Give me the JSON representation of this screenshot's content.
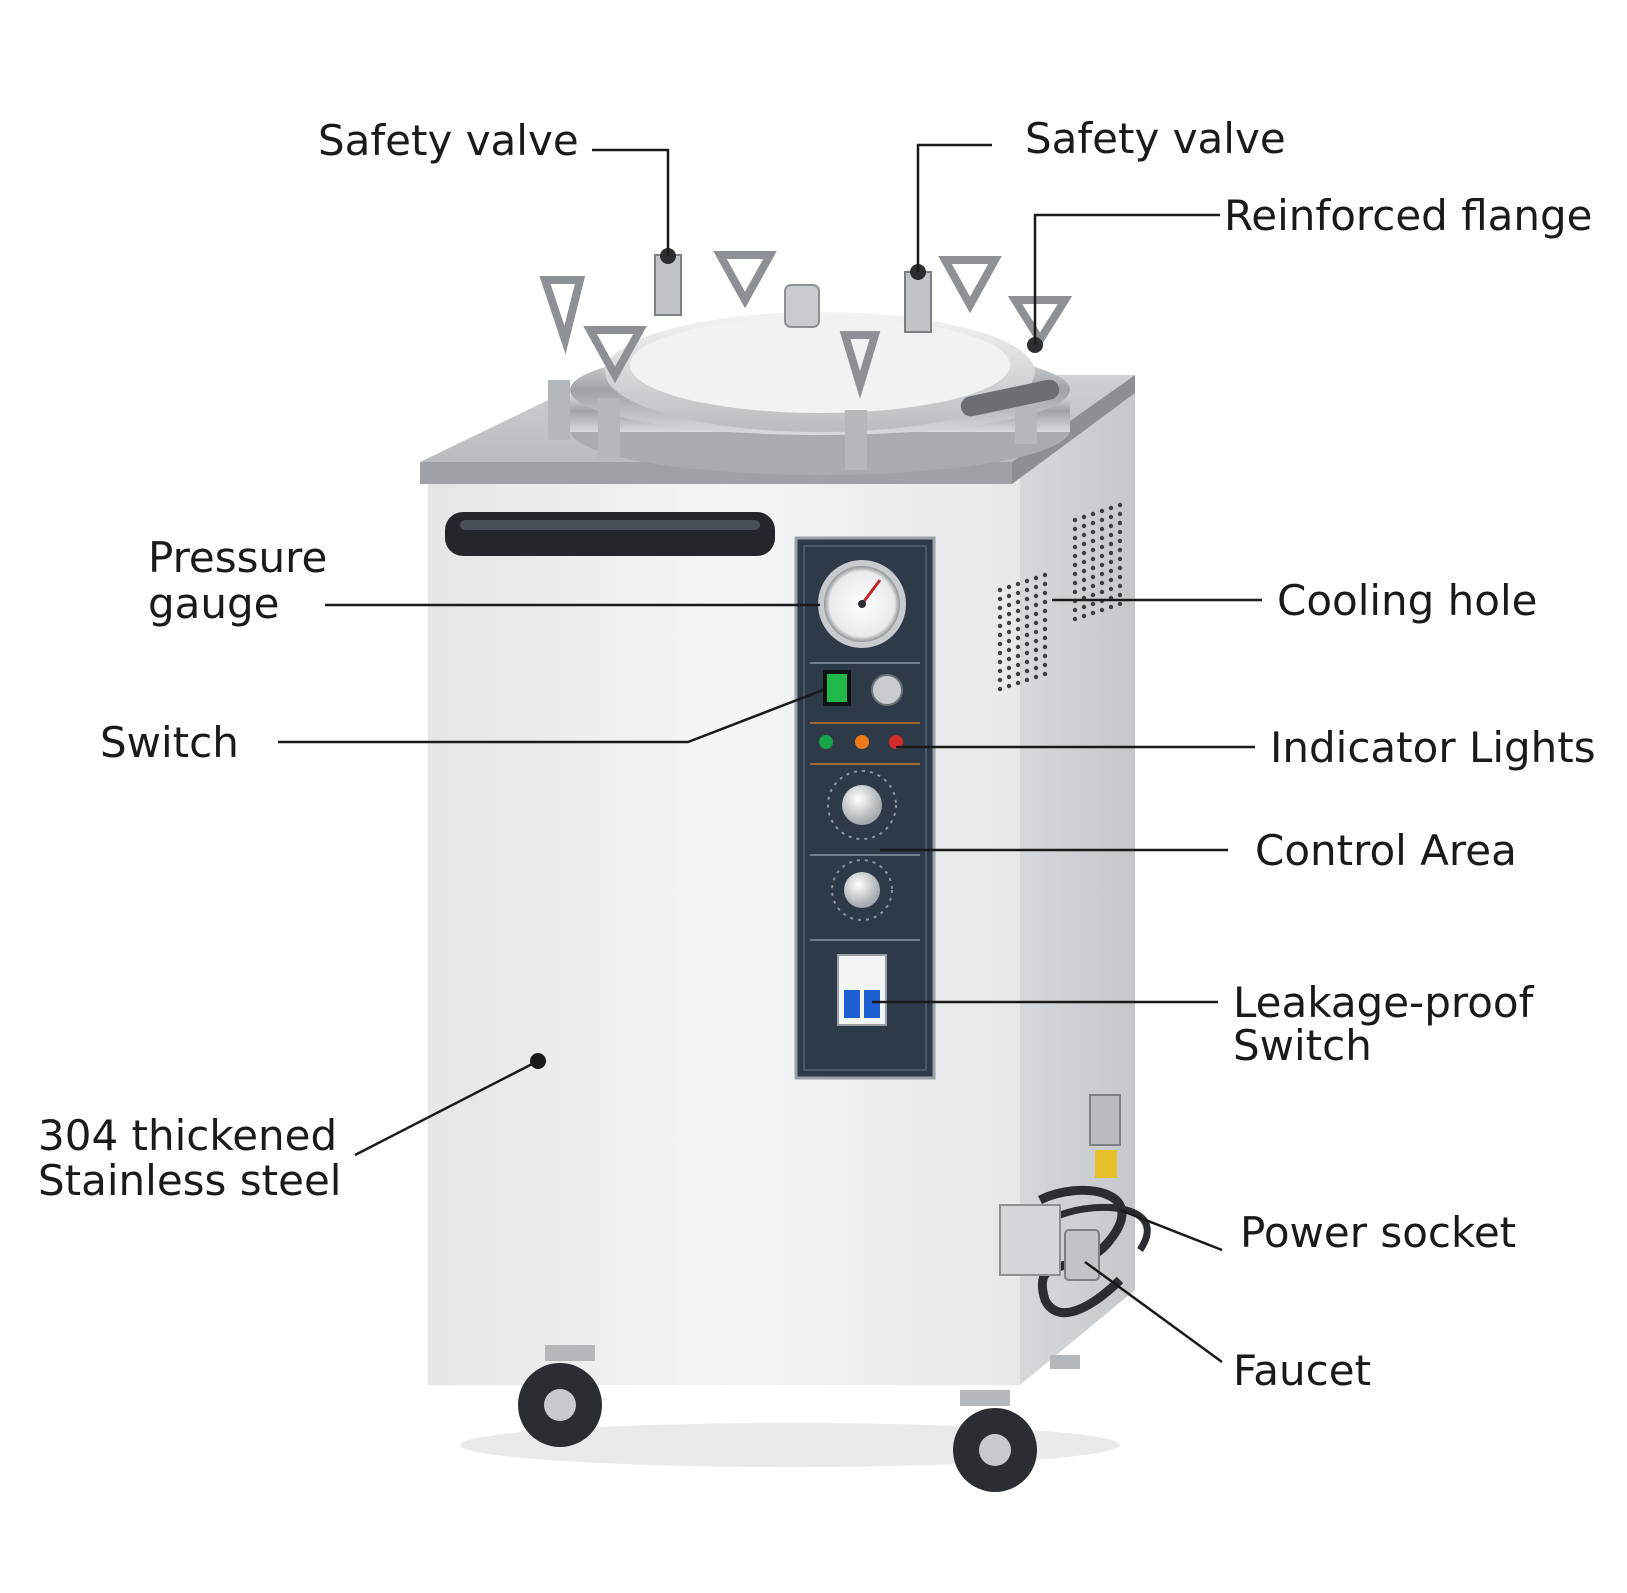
{
  "labels": {
    "safety_valve_left": "Safety valve",
    "safety_valve_right": "Safety valve",
    "reinforced_flange": "Reinforced flange",
    "pressure_gauge_line1": "Pressure",
    "pressure_gauge_line2": "gauge",
    "cooling_hole": "Cooling hole",
    "switch": "Switch",
    "indicator_lights": "Indicator Lights",
    "control_area": "Control Area",
    "leakage_proof_line1": "Leakage-proof",
    "leakage_proof_line2": "Switch",
    "stainless_line1": "304 thickened",
    "stainless_line2": "Stainless steel",
    "power_socket": "Power socket",
    "faucet": "Faucet"
  },
  "colors": {
    "steel_light": "#eef0f1",
    "steel_mid": "#d9dcde",
    "steel_dark": "#a9adb0",
    "panel": "#2e3a48",
    "leader": "#1a1a1a",
    "switch_green": "#1fb84a",
    "light_green": "#18a34a",
    "light_orange": "#f07a1a",
    "light_red": "#d42a2a",
    "breaker_blue": "#1d5fd0"
  }
}
